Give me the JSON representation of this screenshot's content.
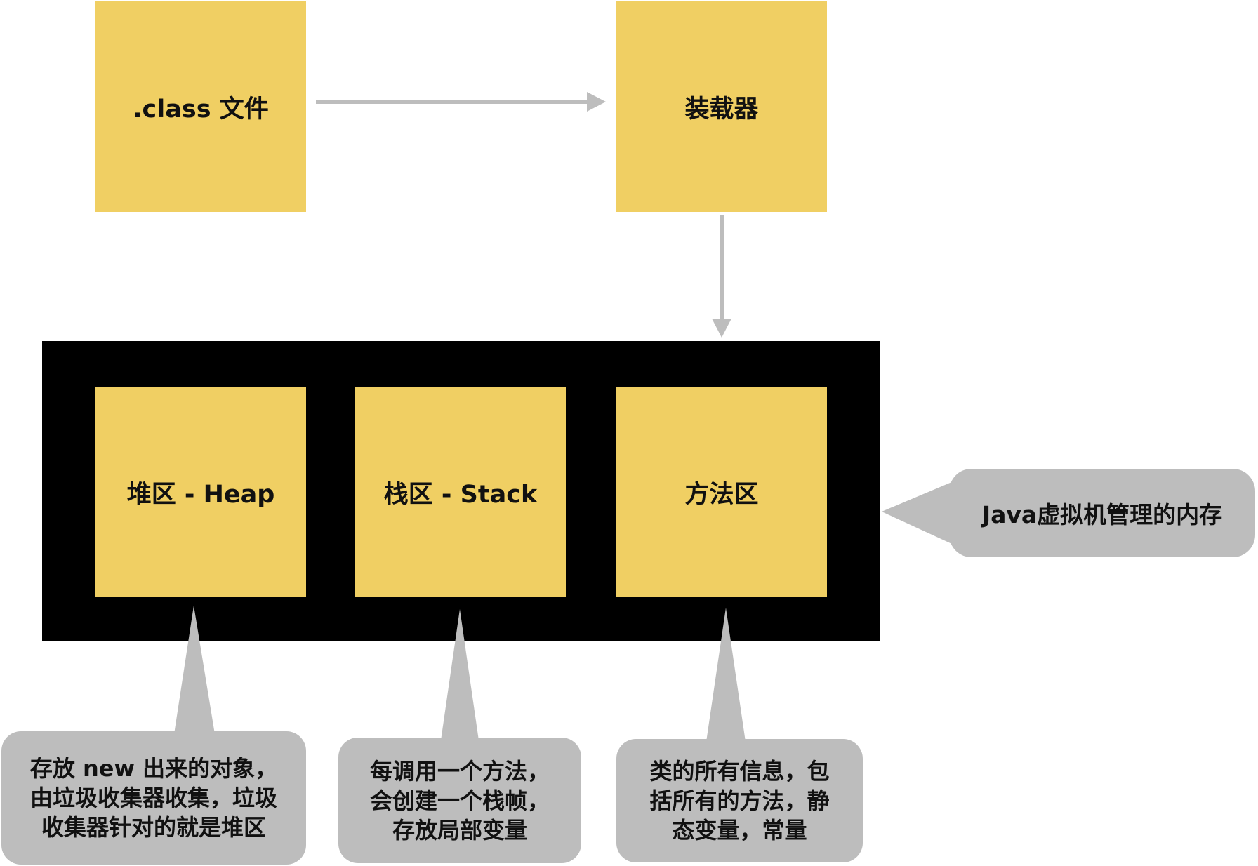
{
  "colors": {
    "box_fill": "#f0cf63",
    "frame_fill": "#000000",
    "callout_fill": "#bdbdbd",
    "arrow": "#bdbdbd",
    "text": "#111111"
  },
  "nodes": {
    "class_file": ".class 文件",
    "loader": "装载器",
    "heap": "堆区 - Heap",
    "stack": "栈区 - Stack",
    "method_area": "方法区"
  },
  "callouts": {
    "jvm_memory": "Java虚拟机管理的内存",
    "heap_desc": [
      "存放 new 出来的对象，",
      "由垃圾收集器收集，垃圾",
      "收集器针对的就是堆区"
    ],
    "stack_desc": [
      "每调用一个方法，",
      "会创建一个栈帧，",
      "存放局部变量"
    ],
    "method_desc": [
      "类的所有信息，包",
      "括所有的方法，静",
      "态变量，常量"
    ]
  }
}
